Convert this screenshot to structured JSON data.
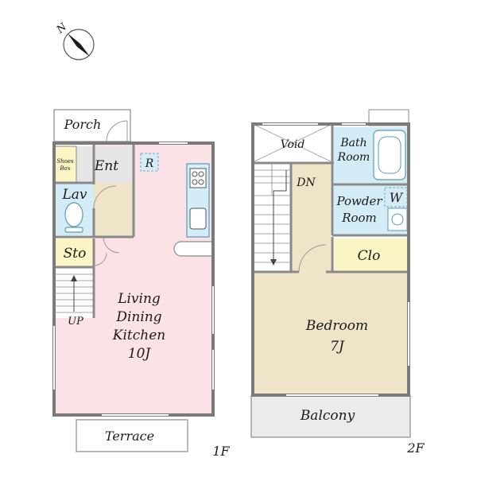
{
  "compass": {
    "north_label": "N",
    "icon": "compass-icon"
  },
  "floor1": {
    "level_label": "1F",
    "rooms": {
      "porch": "Porch",
      "shoes_box_line1": "Shoes",
      "shoes_box_line2": "Box",
      "entrance": "Ent",
      "refrigerator": "R",
      "lavatory": "Lav",
      "storage": "Sto",
      "stairs_up": "UP",
      "ldk_line1": "Living",
      "ldk_line2": "Dining",
      "ldk_line3": "Kitchen",
      "ldk_size": "10J",
      "terrace": "Terrace"
    }
  },
  "floor2": {
    "level_label": "2F",
    "rooms": {
      "void": "Void",
      "stairs_down": "DN",
      "bath_line1": "Bath",
      "bath_line2": "Room",
      "powder_line1": "Powder",
      "powder_line2": "Room",
      "washer": "W",
      "closet": "Clo",
      "bedroom": "Bedroom",
      "bedroom_size": "7J",
      "balcony": "Balcony"
    }
  },
  "colors": {
    "wall": "#7a7a7a",
    "ldk": "#fbe2e6",
    "lavatory": "#d3ecf5",
    "shoes_box": "#fbf4c4",
    "storage": "#fbf4c4",
    "entrance": "#e6e6e6",
    "bedroom": "#efe3c8",
    "stair_hall": "#efe3c8",
    "closet": "#fbf4c4",
    "bath": "#d3ecf5",
    "balcony": "#ebebeb",
    "fixture_stroke": "#5a9bb5"
  }
}
